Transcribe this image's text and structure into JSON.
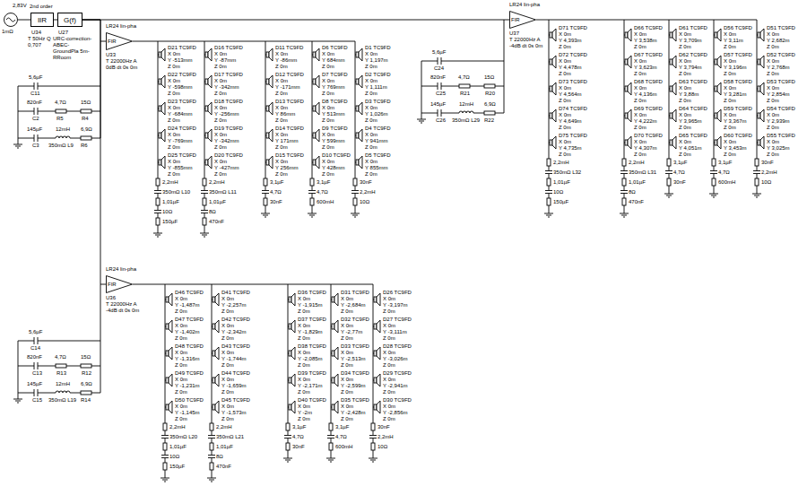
{
  "diagram": {
    "nodes": [
      {
        "text": [
          "2,83V",
          "1mΩ"
        ]
      },
      {
        "text": [
          "2nd order",
          "IIR",
          "U34",
          "T 50Hz Q 0,707"
        ]
      },
      {
        "text": [
          "G(f)",
          "U27",
          "URC-correction-ABEC-GroundPla 5m-RRoom"
        ]
      },
      {
        "text": [
          "LR24 lin-pha",
          "FIR",
          "U33",
          "T 22000Hz A 0dB dt 0s 0m"
        ]
      },
      {
        "text": [
          "LR24 lin-pha",
          "FIR",
          "U37",
          "T 22000Hz A -4dB dt 0s 0m"
        ]
      },
      {
        "text": [
          "LR24 lin-pha",
          "FIR",
          "U36",
          "T 22000Hz A -4dB dt 0s 0m"
        ]
      }
    ],
    "edges": [
      {
        "from": 0,
        "to": 1,
        "arrow": "none"
      },
      {
        "from": 1,
        "to": 2,
        "arrow": "none"
      },
      {
        "from": 2,
        "to": 3,
        "arrow": "none"
      },
      {
        "from": 2,
        "to": 4,
        "arrow": "none"
      },
      {
        "from": 2,
        "to": 5,
        "arrow": "none"
      }
    ],
    "labels": [
      "D21 TC9FD",
      "X 0m",
      "Y -513mm",
      "Z 0m",
      "D22 TC9FD",
      "X 0m",
      "Y -598mm",
      "Z 0m",
      "D23 TC9FD",
      "X 0m",
      "Y -684mm",
      "Z 0m",
      "D24 TC9FD",
      "X 0m",
      "Y -769mm",
      "Z 0m",
      "D25 TC9FD",
      "X 0m",
      "Y -855mm",
      "Z 0m",
      "D16 TC9FD",
      "X 0m",
      "Y -87mm",
      "Z 0m",
      "D17 TC9FD",
      "X 0m",
      "Y -342mm",
      "Z 0m",
      "D18 TC9FD",
      "X 0m",
      "Y -256mm",
      "Z 0m",
      "D19 TC9FD",
      "X 0m",
      "Y -342mm",
      "Z 0m",
      "D20 TC9FD",
      "X 0m",
      "Y -427mm",
      "Z 0m",
      "D11 TC9FD",
      "X 0m",
      "Y -86mm",
      "Z 0m",
      "D12 TC9FD",
      "X 0m",
      "Y -171mm",
      "Z 0m",
      "D13 TC9FD",
      "X 0m",
      "Y 86mm",
      "Z 0m",
      "D14 TC9FD",
      "X 0m",
      "Y 171mm",
      "Z 0m",
      "D15 TC9FD",
      "X 0m",
      "Y 256mm",
      "Z 0m",
      "D6 TC9FD",
      "X 0m",
      "Y 684mm",
      "Z 0m",
      "D7 TC9FD",
      "X 0m",
      "Y 769mm",
      "Z 0m",
      "D8 TC9FD",
      "X 0m",
      "Y 513mm",
      "Z 0m",
      "D9 TC9FD",
      "X 0m",
      "Y 599mm",
      "Z 0m",
      "D10 TC9FD",
      "X 0m",
      "Y 428mm",
      "Z 0m",
      "D1 TC9FD",
      "X 0m",
      "Y 1,197m",
      "Z 0m",
      "D2 TC9FD",
      "X 0m",
      "Y 1,111m",
      "Z 0m",
      "D3 TC9FD",
      "X 0m",
      "Y 1,026m",
      "Z 0m",
      "D4 TC9FD",
      "X 0m",
      "Y 941mm",
      "Z 0m",
      "D5 TC9FD",
      "X 0m",
      "Y 855mm",
      "Z 0m",
      "D71 TC9FD",
      "X 0m",
      "Y 4,393m",
      "Z 0m",
      "D72 TC9FD",
      "X 0m",
      "Y 4,478m",
      "Z 0m",
      "D73 TC9FD",
      "X 0m",
      "Y 4,564m",
      "Z 0m",
      "D74 TC9FD",
      "X 0m",
      "Y 4,649m",
      "Z 0m",
      "D75 TC9FD",
      "X 0m",
      "Y 4,735m",
      "Z 0m",
      "D66 TC9FD",
      "X 0m",
      "Y 3,538m",
      "Z 0m",
      "D67 TC9FD",
      "X 0m",
      "Y 3,623m",
      "Z 0m",
      "D68 TC9FD",
      "X 0m",
      "Y 4,136m",
      "Z 0m",
      "D69 TC9FD",
      "X 0m",
      "Y 4,222m",
      "Z 0m",
      "D70 TC9FD",
      "X 0m",
      "Y 4,307m",
      "Z 0m",
      "D61 TC9FD",
      "X 0m",
      "Y 3,709m",
      "Z 0m",
      "D62 TC9FD",
      "X 0m",
      "Y 3,794m",
      "Z 0m",
      "D63 TC9FD",
      "X 0m",
      "Y 3,88m",
      "Z 0m",
      "D64 TC9FD",
      "X 0m",
      "Y 3,965m",
      "Z 0m",
      "D65 TC9FD",
      "X 0m",
      "Y 4,051m",
      "Z 0m",
      "D56 TC9FD",
      "X 0m",
      "Y 3,11m",
      "Z 0m",
      "D57 TC9FD",
      "X 0m",
      "Y 3,196m",
      "Z 0m",
      "D58 TC9FD",
      "X 0m",
      "Y 3,281m",
      "Z 0m",
      "D59 TC9FD",
      "X 0m",
      "Y 3,367m",
      "Z 0m",
      "D60 TC9FD",
      "X 0m",
      "Y 3,453m",
      "Z 0m",
      "D51 TC9FD",
      "X 0m",
      "Y 2,682m",
      "Z 0m",
      "D52 TC9FD",
      "X 0m",
      "Y 2,768m",
      "Z 0m",
      "D53 TC9FD",
      "X 0m",
      "Y 2,854m",
      "Z 0m",
      "D54 TC9FD",
      "X 0m",
      "Y 2,939m",
      "Z 0m",
      "D55 TC9FD",
      "X 0m",
      "Y 3,025m",
      "Z 0m",
      "D46 TC9FD",
      "X 0m",
      "Y -1,487m",
      "Z 0m",
      "D47 TC9FD",
      "X 0m",
      "Y -1,402m",
      "Z 0m",
      "D48 TC9FD",
      "X 0m",
      "Y -1,316m",
      "Z 0m",
      "D49 TC9FD",
      "X 0m",
      "Y -1,231m",
      "Z 0m",
      "D50 TC9FD",
      "X 0m",
      "Y -1,145m",
      "Z 0m",
      "D41 TC9FD",
      "X 0m",
      "Y -2,257m",
      "Z 0m",
      "D42 TC9FD",
      "X 0m",
      "Y -2,342m",
      "Z 0m",
      "D43 TC9FD",
      "X 0m",
      "Y -1,744m",
      "Z 0m",
      "D44 TC9FD",
      "X 0m",
      "Y -1,659m",
      "Z 0m",
      "D45 TC9FD",
      "X 0m",
      "Y -1,573m",
      "Z 0m",
      "D36 TC9FD",
      "X 0m",
      "Y -1,915m",
      "Z 0m",
      "D37 TC9FD",
      "X 0m",
      "Y -1,829m",
      "Z 0m",
      "D38 TC9FD",
      "X 0m",
      "Y -2,085m",
      "Z 0m",
      "D39 TC9FD",
      "X 0m",
      "Y -2,171m",
      "Z 0m",
      "D40 TC9FD",
      "X 0m",
      "Y -2m",
      "Z 0m",
      "D31 TC9FD",
      "X 0m",
      "Y -2,684m",
      "Z 0m",
      "D32 TC9FD",
      "X 0m",
      "Y -2,77m",
      "Z 0m",
      "D33 TC9FD",
      "X 0m",
      "Y -2,513m",
      "Z 0m",
      "D34 TC9FD",
      "X 0m",
      "Y -2,599m",
      "Z 0m",
      "D35 TC9FD",
      "X 0m",
      "Y -2,428m",
      "Z 0m",
      "D26 TC9FD",
      "X 0m",
      "Y -3,197m",
      "Z 0m",
      "D27 TC9FD",
      "X 0m",
      "Y -3,111m",
      "Z 0m",
      "D28 TC9FD",
      "X 0m",
      "Y -3,026m",
      "Z 0m",
      "D29 TC9FD",
      "X 0m",
      "Y -2,941m",
      "Z 0m",
      "D30 TC9FD",
      "X 0m",
      "Y -2,856m",
      "Z 0m",
      "5,6µF",
      "C11",
      "820nF",
      "C2",
      "4,7Ω",
      "R5",
      "15Ω",
      "R4",
      "145µF",
      "C3",
      "12mH",
      "350mΩ L9",
      "6,9Ω",
      "R6",
      "5,6µF",
      "C24",
      "820nF",
      "C25",
      "4,7Ω",
      "R21",
      "15Ω",
      "R20",
      "145µF",
      "C26",
      "12mH",
      "350mΩ L29",
      "6,9Ω",
      "R22",
      "5,6µF",
      "C14",
      "820nF",
      "C13",
      "4,7Ω",
      "R13",
      "15Ω",
      "R12",
      "145µF",
      "C15",
      "12mH",
      "350mΩ L19",
      "6,9Ω",
      "R14",
      "2,2mH",
      "350mΩ L10",
      "1,01µF",
      "10Ω",
      "150µF",
      "2,2mH",
      "350mΩ L11",
      "1,01µF",
      "8Ω",
      "470nF",
      "3,1µF",
      "4,7Ω",
      "30nF",
      "3,1µF",
      "4,7Ω",
      "600mH",
      "30nF",
      "2,2mH",
      "10Ω",
      "2,2mH",
      "350mΩ L32",
      "1,01µF",
      "10Ω",
      "150µF",
      "2,2mH",
      "350mΩ L31",
      "1,01µF",
      "8Ω",
      "470nF",
      "3,1µF",
      "4,7Ω",
      "30nF",
      "3,1µF",
      "4,7Ω",
      "600mH",
      "30nF",
      "2,2mH",
      "10Ω",
      "2,2mH",
      "350mΩ L20",
      "1,01µF",
      "10Ω",
      "150µF",
      "2,2mH",
      "350mΩ L21",
      "1,01µF",
      "8Ω",
      "470nF",
      "3,1µF",
      "4,7Ω",
      "30nF",
      "3,1µF",
      "4,7Ω",
      "600mH",
      "30nF",
      "2,2mH",
      "10Ω"
    ]
  }
}
